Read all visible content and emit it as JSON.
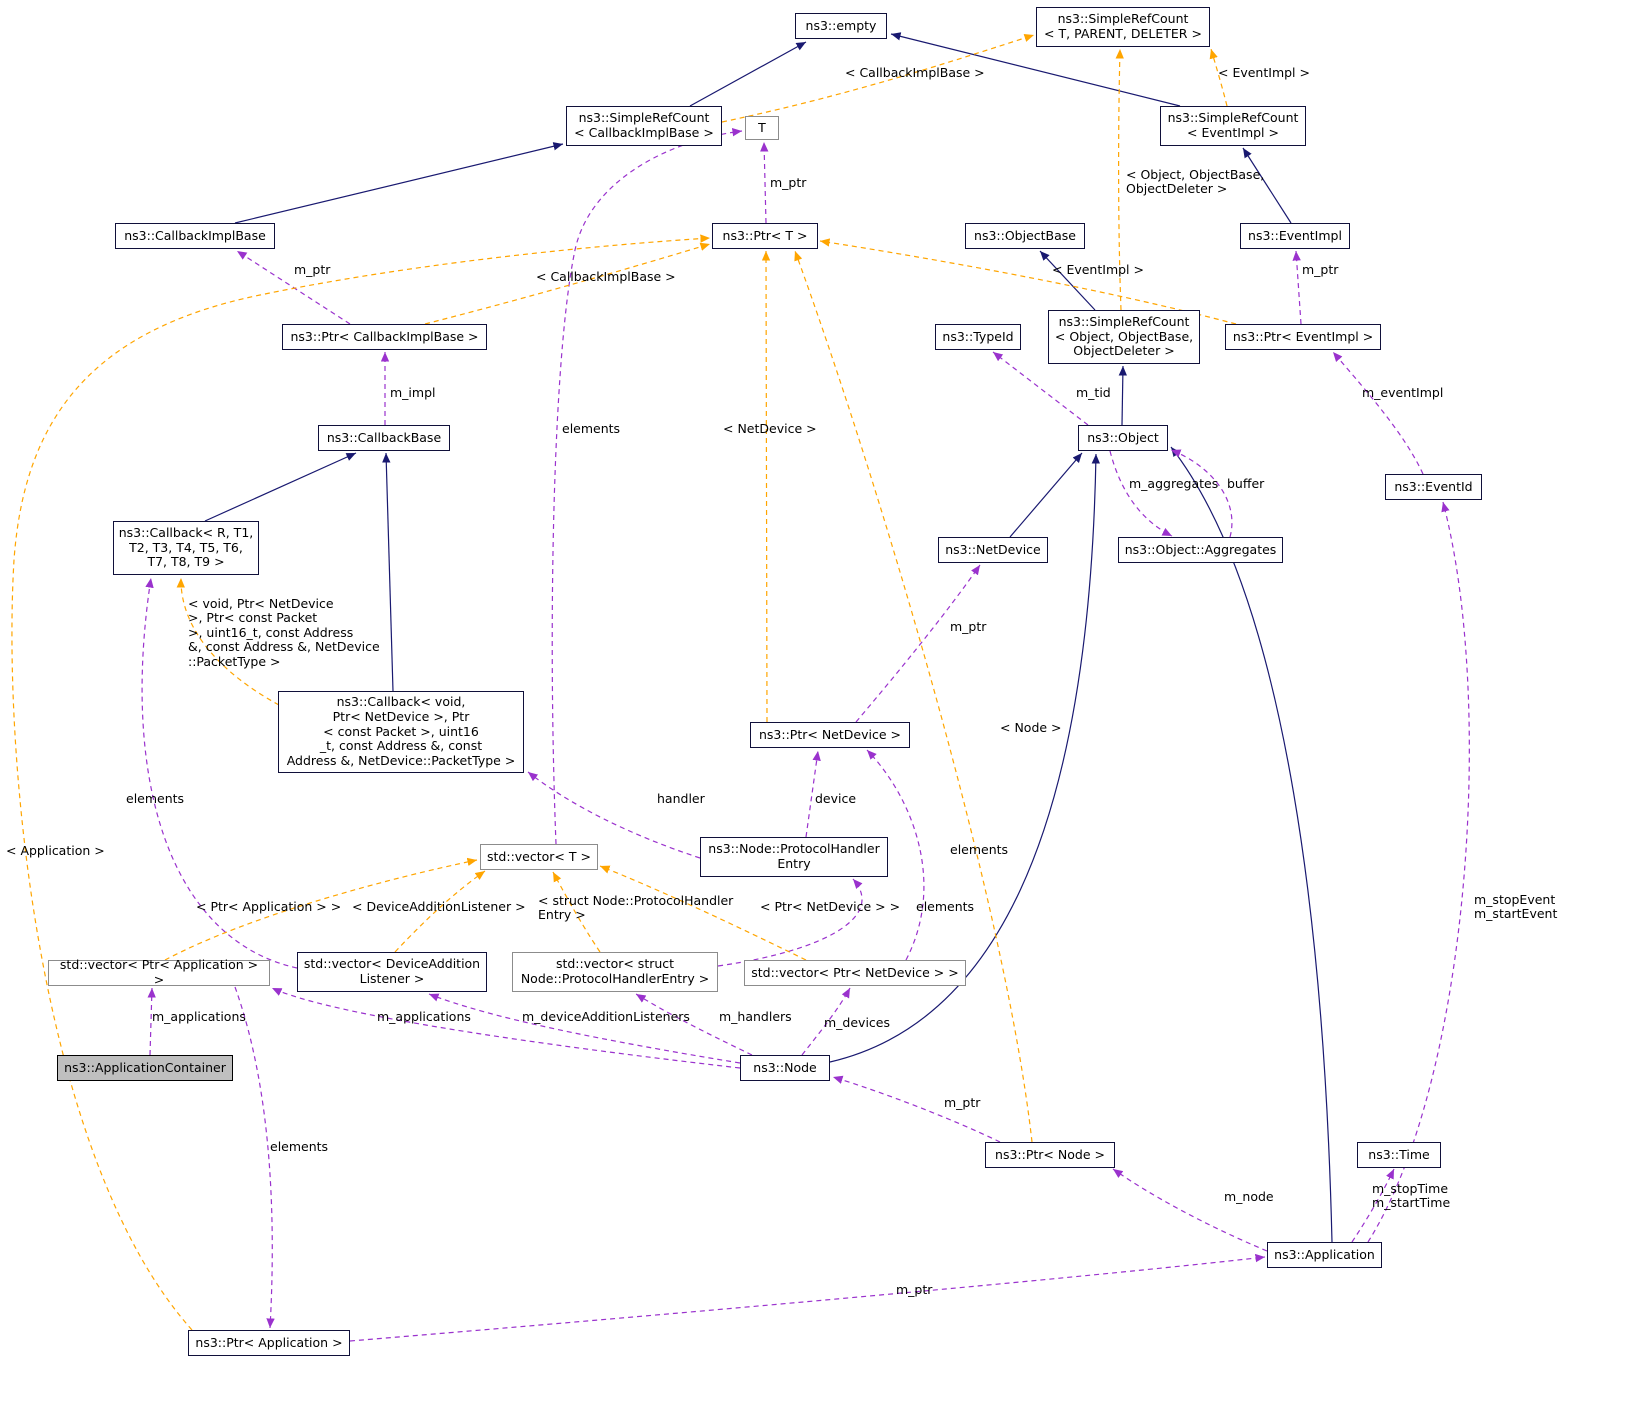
{
  "colors": {
    "inheritance": "#191970",
    "usage": "#9a32cd",
    "template": "#ffa500",
    "highlight_fill": "#bfbfbf",
    "box_border": "#10103a",
    "muted_border": "#8c8c8c",
    "background": "#ffffff",
    "text": "#000000"
  },
  "nodes": {
    "empty": {
      "label": "ns3::empty"
    },
    "simple_ref_count_tpd": {
      "label": "ns3::SimpleRefCount\n< T, PARENT, DELETER >"
    },
    "simple_ref_count_cib": {
      "label": "ns3::SimpleRefCount\n< CallbackImplBase >"
    },
    "t": {
      "label": "T"
    },
    "simple_ref_count_ei": {
      "label": "ns3::SimpleRefCount\n< EventImpl >"
    },
    "callback_impl_base": {
      "label": "ns3::CallbackImplBase"
    },
    "ptr_t": {
      "label": "ns3::Ptr< T >"
    },
    "object_base": {
      "label": "ns3::ObjectBase"
    },
    "event_impl": {
      "label": "ns3::EventImpl"
    },
    "ptr_callback_impl_base": {
      "label": "ns3::Ptr< CallbackImplBase >"
    },
    "type_id": {
      "label": "ns3::TypeId"
    },
    "simple_ref_count_obj": {
      "label": "ns3::SimpleRefCount\n< Object, ObjectBase,\nObjectDeleter >"
    },
    "ptr_event_impl": {
      "label": "ns3::Ptr< EventImpl >"
    },
    "callback_base": {
      "label": "ns3::CallbackBase"
    },
    "object": {
      "label": "ns3::Object"
    },
    "event_id": {
      "label": "ns3::EventId"
    },
    "callback_generic": {
      "label": "ns3::Callback< R, T1,\nT2, T3, T4, T5, T6,\nT7, T8, T9 >"
    },
    "net_device": {
      "label": "ns3::NetDevice"
    },
    "aggregates": {
      "label": "ns3::Object::Aggregates"
    },
    "callback_void": {
      "label": "ns3::Callback< void,\nPtr< NetDevice >, Ptr\n< const Packet >, uint16\n_t, const Address &, const\nAddress &, NetDevice::PacketType >"
    },
    "ptr_net_device": {
      "label": "ns3::Ptr< NetDevice >"
    },
    "vector_t": {
      "label": "std::vector< T >"
    },
    "protocol_handler_entry": {
      "label": "ns3::Node::ProtocolHandler\nEntry"
    },
    "vector_ptr_application": {
      "label": "std::vector< Ptr< Application > >"
    },
    "vector_device_addition_listener": {
      "label": "std::vector< DeviceAddition\nListener >"
    },
    "vector_protocol_handler_entry": {
      "label": "std::vector< struct\nNode::ProtocolHandlerEntry >"
    },
    "vector_ptr_net_device": {
      "label": "std::vector< Ptr< NetDevice > >"
    },
    "application_container": {
      "label": "ns3::ApplicationContainer"
    },
    "node": {
      "label": "ns3::Node"
    },
    "ptr_node": {
      "label": "ns3::Ptr< Node >"
    },
    "time": {
      "label": "ns3::Time"
    },
    "application": {
      "label": "ns3::Application"
    },
    "ptr_application": {
      "label": "ns3::Ptr< Application >"
    }
  },
  "edge_labels": {
    "tpl_cib_top": {
      "text": "< CallbackImplBase >"
    },
    "tpl_ei_top": {
      "text": "< EventImpl >"
    },
    "mptr_t": {
      "text": "m_ptr"
    },
    "tpl_obj": {
      "text": "< Object, ObjectBase,\nObjectDeleter >"
    },
    "mptr_cib": {
      "text": "m_ptr"
    },
    "tpl_cib_ptr": {
      "text": "< CallbackImplBase >"
    },
    "tpl_ei_ptr": {
      "text": "< EventImpl >"
    },
    "mptr_ei": {
      "text": "m_ptr"
    },
    "m_impl": {
      "text": "m_impl"
    },
    "m_tid": {
      "text": "m_tid"
    },
    "m_eventimpl": {
      "text": "m_eventImpl"
    },
    "elements_t": {
      "text": "elements"
    },
    "tpl_nd": {
      "text": "< NetDevice >"
    },
    "m_aggregates": {
      "text": "m_aggregates"
    },
    "buffer": {
      "text": "buffer"
    },
    "tpl_void": {
      "text": "< void, Ptr< NetDevice\n>, Ptr< const Packet\n>, uint16_t, const Address\n&, const Address &, NetDevice\n::PacketType >"
    },
    "mptr_nd": {
      "text": "m_ptr"
    },
    "elements_dal": {
      "text": "elements"
    },
    "handler": {
      "text": "handler"
    },
    "device": {
      "text": "device"
    },
    "tpl_node": {
      "text": "< Node >"
    },
    "tpl_app": {
      "text": "< Application >"
    },
    "tpl_vec_app": {
      "text": "< Ptr< Application > >"
    },
    "tpl_vec_dal": {
      "text": "< DeviceAdditionListener >"
    },
    "tpl_vec_phe": {
      "text": "< struct Node::ProtocolHandler\nEntry >"
    },
    "tpl_vec_nd": {
      "text": "< Ptr< NetDevice > >"
    },
    "elements_phe": {
      "text": "elements"
    },
    "elements_nd": {
      "text": "elements"
    },
    "m_apps_ac": {
      "text": "m_applications"
    },
    "m_apps_node": {
      "text": "m_applications"
    },
    "m_dal": {
      "text": "m_deviceAdditionListeners"
    },
    "m_handlers": {
      "text": "m_handlers"
    },
    "m_devices": {
      "text": "m_devices"
    },
    "mptr_node": {
      "text": "m_ptr"
    },
    "elements_app": {
      "text": "elements"
    },
    "m_node": {
      "text": "m_node"
    },
    "m_times": {
      "text": "m_stopTime\nm_startTime"
    },
    "m_events": {
      "text": "m_stopEvent\nm_startEvent"
    },
    "mptr_app": {
      "text": "m_ptr"
    }
  }
}
